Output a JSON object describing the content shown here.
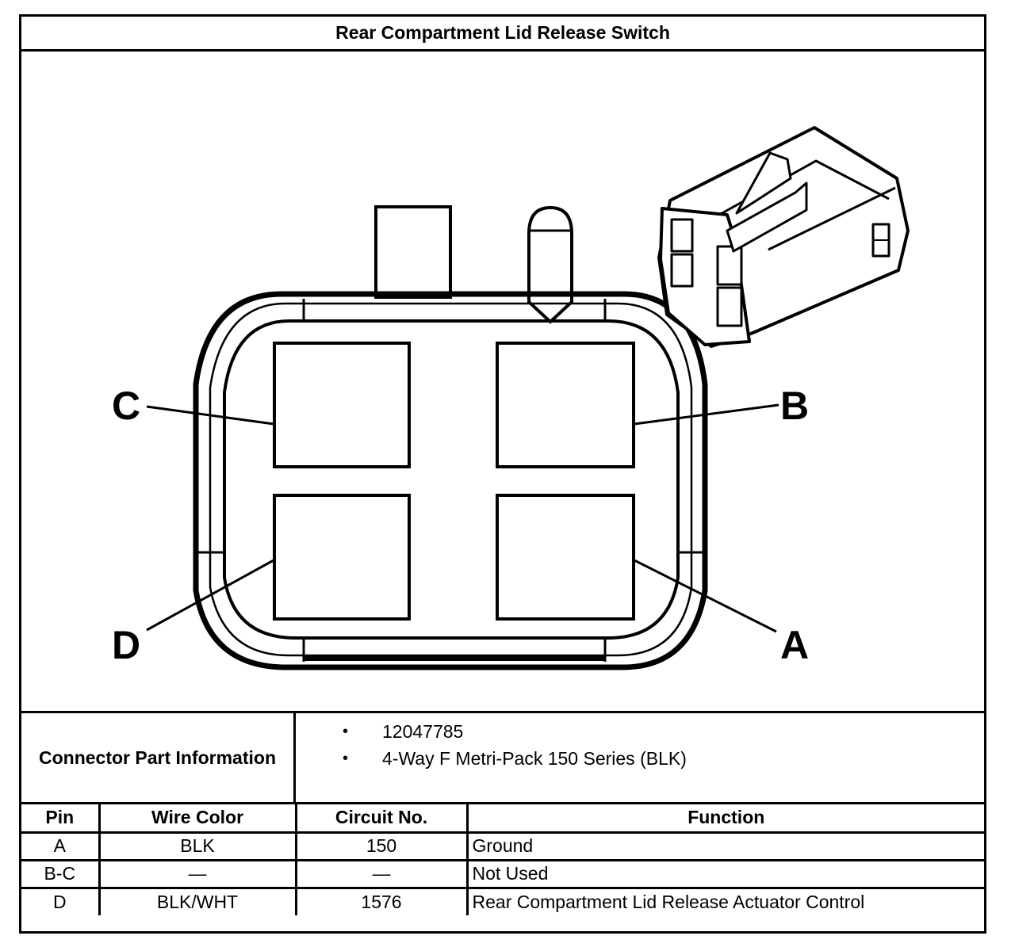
{
  "title": "Rear Compartment Lid Release Switch",
  "pin_labels": {
    "a": "A",
    "b": "B",
    "c": "C",
    "d": "D"
  },
  "connector_info": {
    "label": "Connector Part Information",
    "bullet": "•",
    "items": [
      "12047785",
      "4-Way F Metri-Pack 150 Series (BLK)"
    ]
  },
  "table": {
    "headers": [
      "Pin",
      "Wire Color",
      "Circuit No.",
      "Function"
    ],
    "rows": [
      [
        "A",
        "BLK",
        "150",
        "Ground"
      ],
      [
        "B-C",
        "—",
        "—",
        "Not Used"
      ],
      [
        "D",
        "BLK/WHT",
        "1576",
        "Rear Compartment Lid Release Actuator Control"
      ]
    ]
  }
}
